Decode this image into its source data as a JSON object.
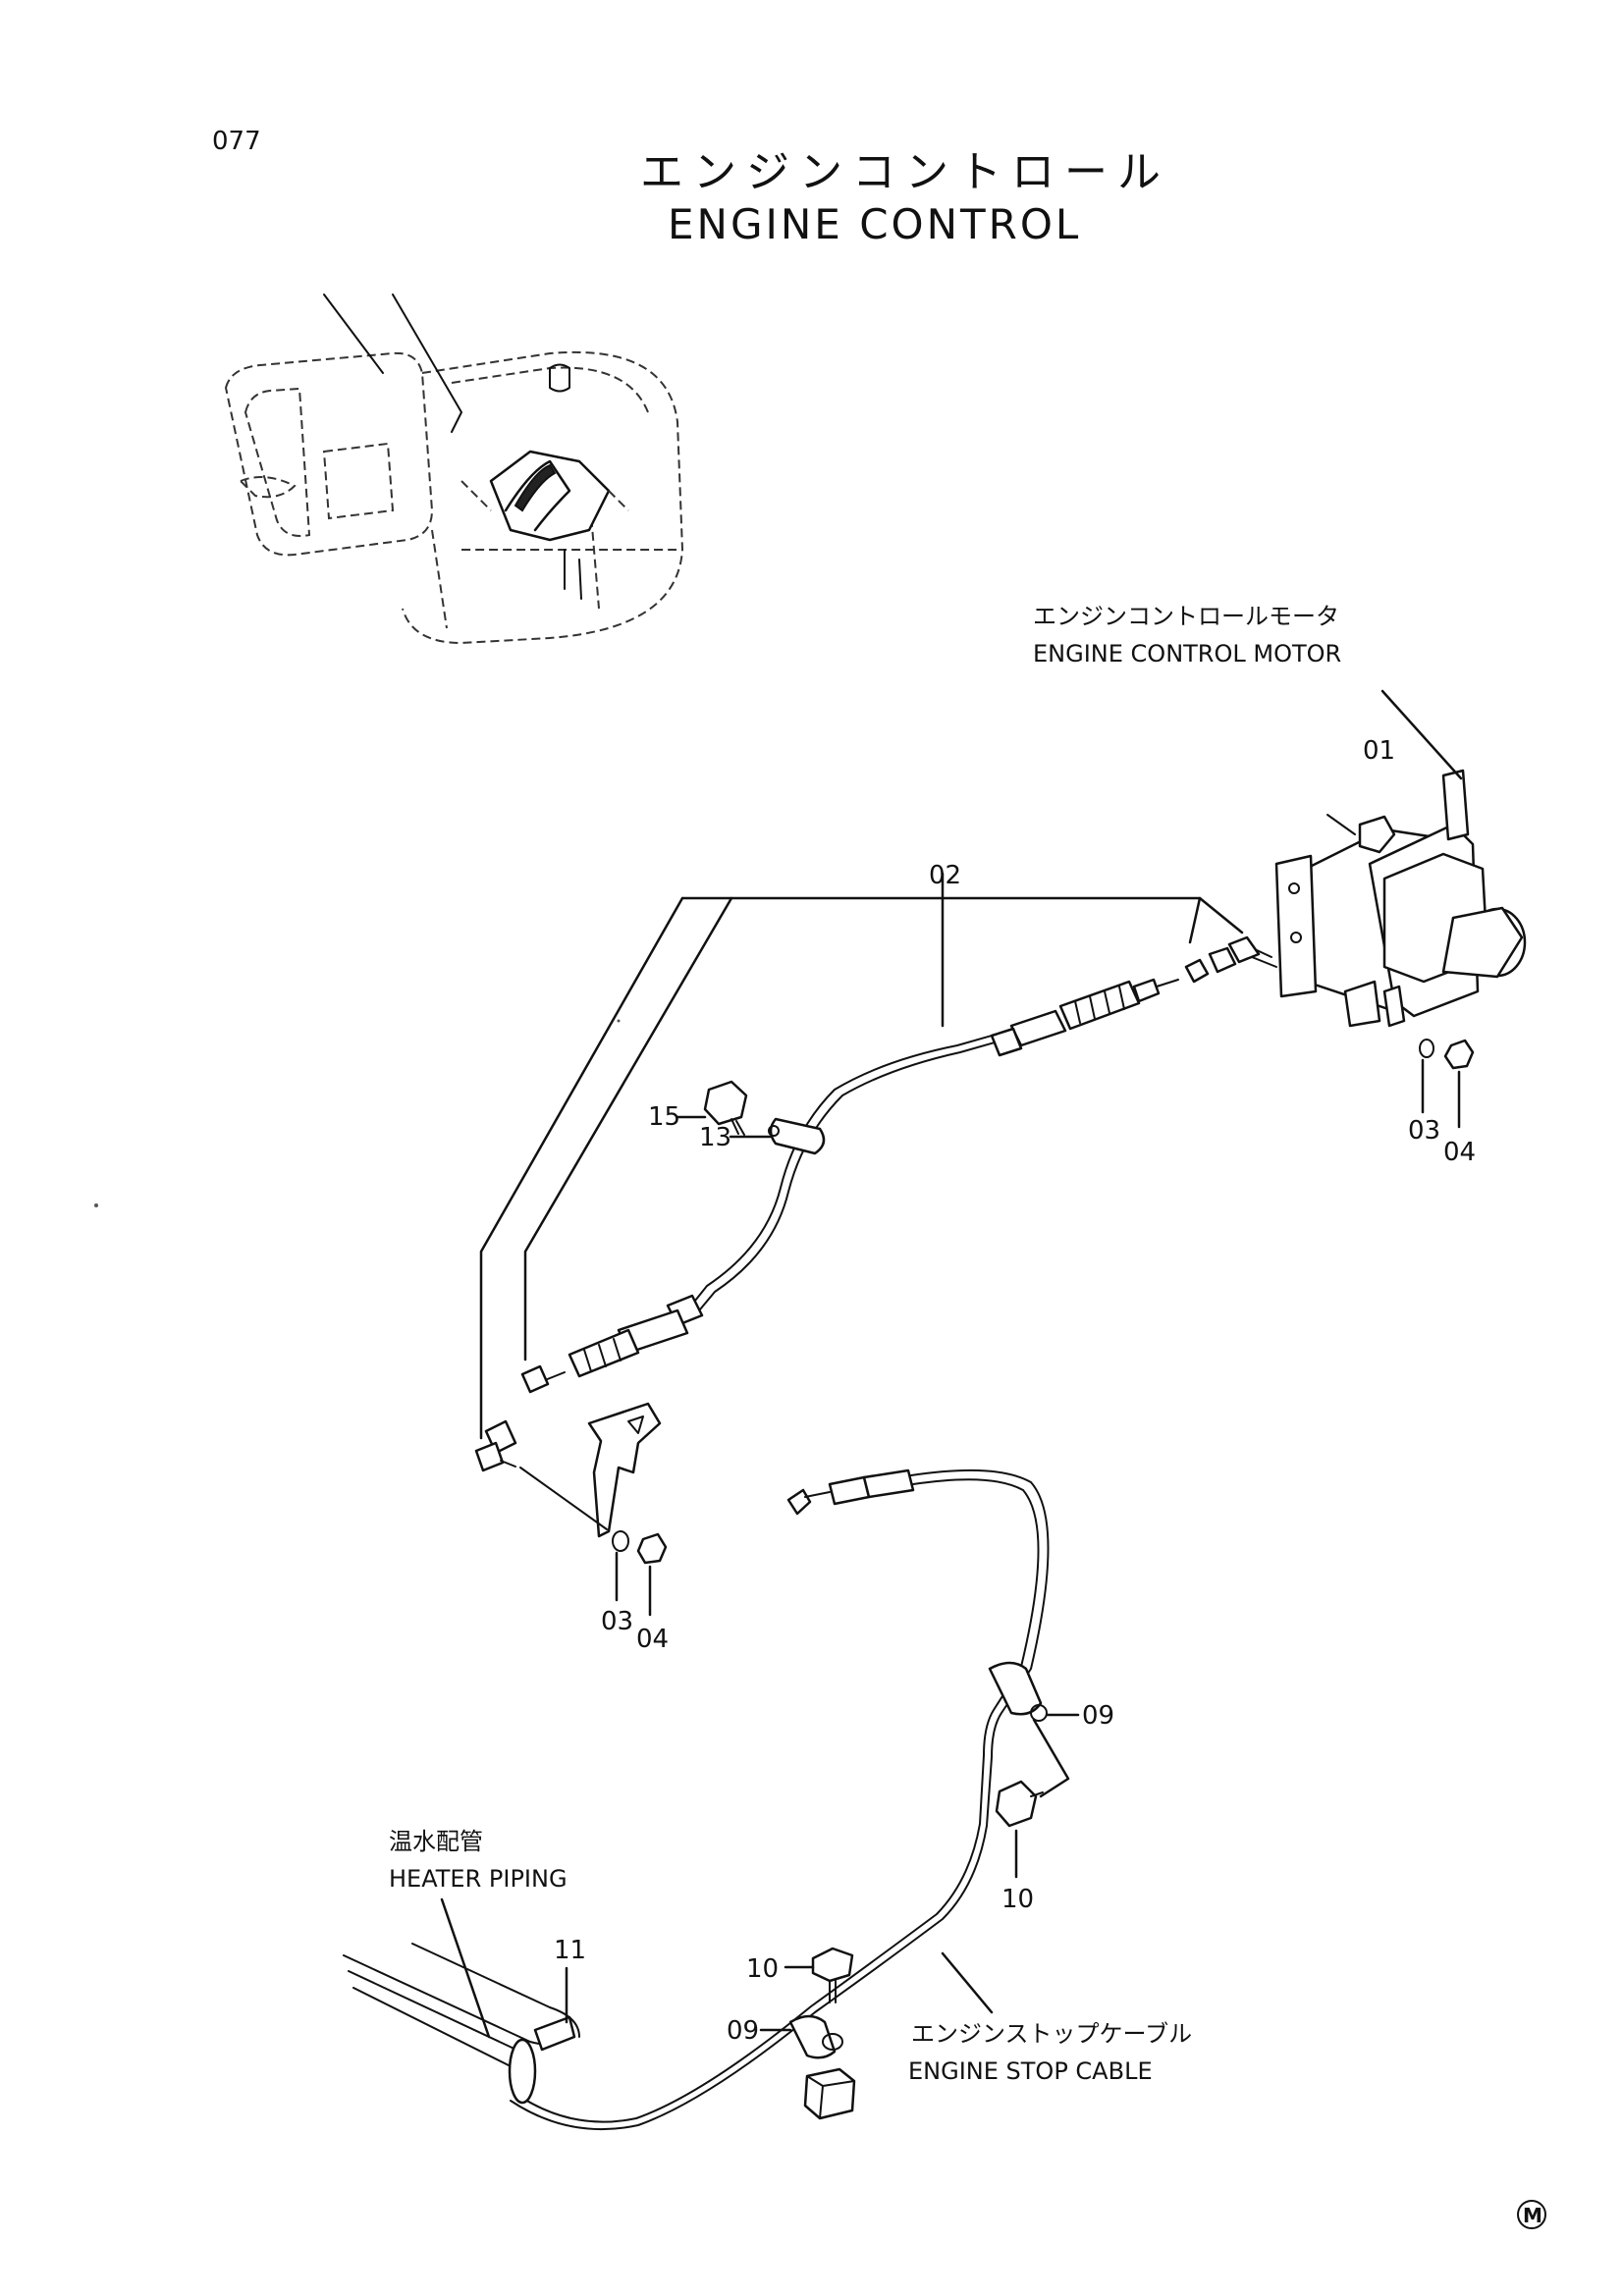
{
  "page": {
    "page_number": "077",
    "title_jp": "エンジンコントロール",
    "title_en": "ENGINE CONTROL",
    "mark": "M"
  },
  "callouts": {
    "motor_jp": "エンジンコントロールモータ",
    "motor_en": "ENGINE CONTROL MOTOR",
    "heater_jp": "温水配管",
    "heater_en": "HEATER PIPING",
    "stop_cable_jp": "エンジンストップケーブル",
    "stop_cable_en": "ENGINE STOP CABLE"
  },
  "part_labels": {
    "p01": "01",
    "p02": "02",
    "p03_right": "03",
    "p04_right": "04",
    "p15": "15",
    "p13": "13",
    "p03_left": "03",
    "p04_left": "04",
    "p09_upper": "09",
    "p10_upper": "10",
    "p11": "11",
    "p10_lower": "10",
    "p09_lower": "09"
  }
}
